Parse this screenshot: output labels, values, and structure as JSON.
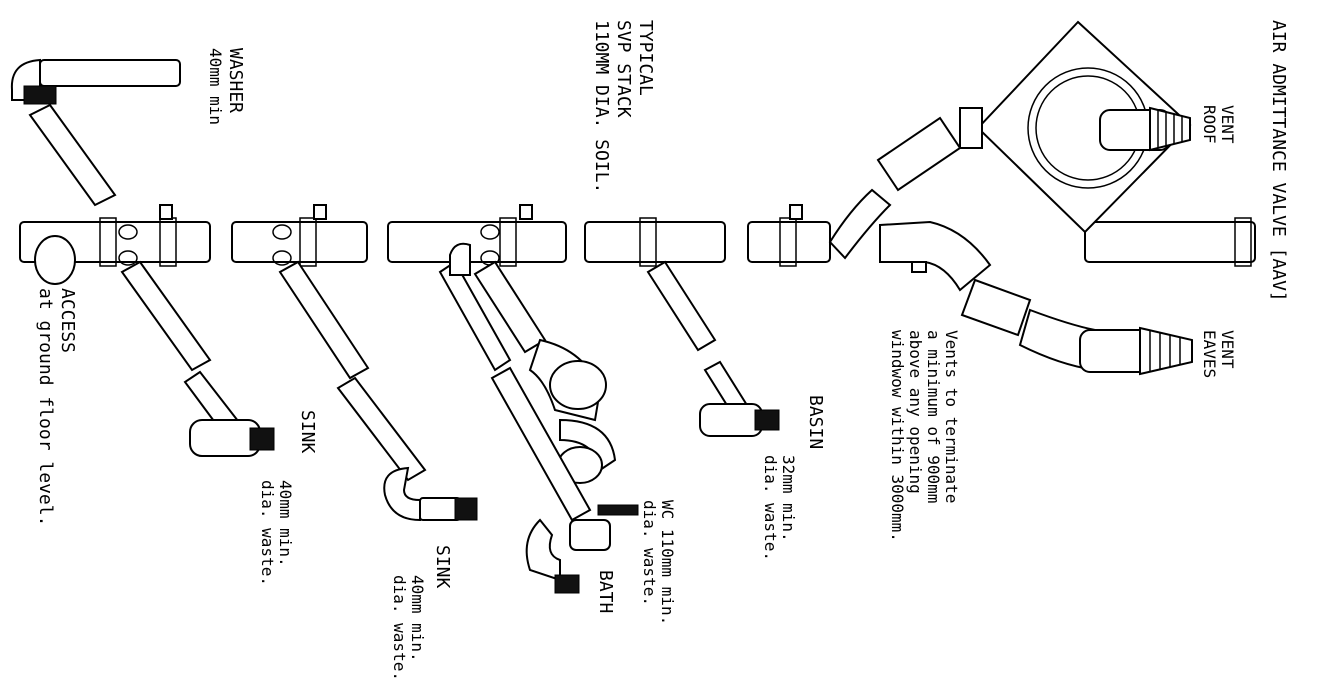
{
  "title": "AIR ADMITTANCE VALVE [AAV]",
  "stack_label": [
    "TYPICAL",
    "SVP STACK",
    "110MM DIA. SOIL."
  ],
  "vent_roof": [
    "VENT",
    "ROOF"
  ],
  "vent_eaves": [
    "VENT",
    "EAVES"
  ],
  "vents_note": [
    "Vents to terminate",
    "a minimum of 900mm",
    "above any opening",
    "windwow within 3000mm."
  ],
  "washer": [
    "WASHER",
    "40mm min"
  ],
  "access": [
    "ACCESS",
    "at ground floor level."
  ],
  "sink1": [
    "SINK",
    "40mm min.",
    "dia. waste."
  ],
  "sink2": [
    "SINK",
    "40mm min.",
    "dia. waste."
  ],
  "wc": [
    "WC 110mm min.",
    "dia. waste."
  ],
  "bath": "BATH",
  "basin": [
    "BASIN",
    "32mm min.",
    "dia. waste."
  ],
  "colors": {
    "line": "#000000",
    "background": "#ffffff"
  }
}
